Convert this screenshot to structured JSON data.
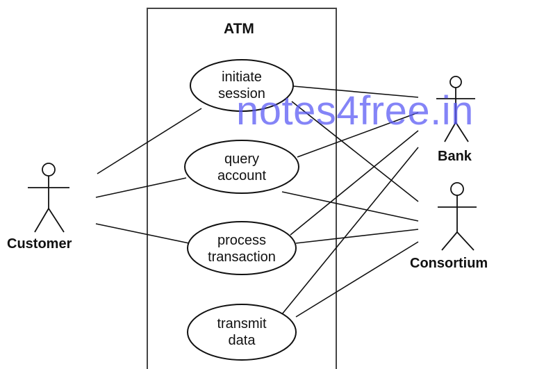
{
  "system": {
    "name": "ATM"
  },
  "actors": {
    "customer": "Customer",
    "bank": "Bank",
    "consortium": "Consortium"
  },
  "use_cases": {
    "initiate_session": [
      "initiate",
      "session"
    ],
    "query_account": [
      "query",
      "account"
    ],
    "process_transaction": [
      "process",
      "transaction"
    ],
    "transmit_data": [
      "transmit",
      "data"
    ]
  },
  "watermark": "notes4free.in"
}
